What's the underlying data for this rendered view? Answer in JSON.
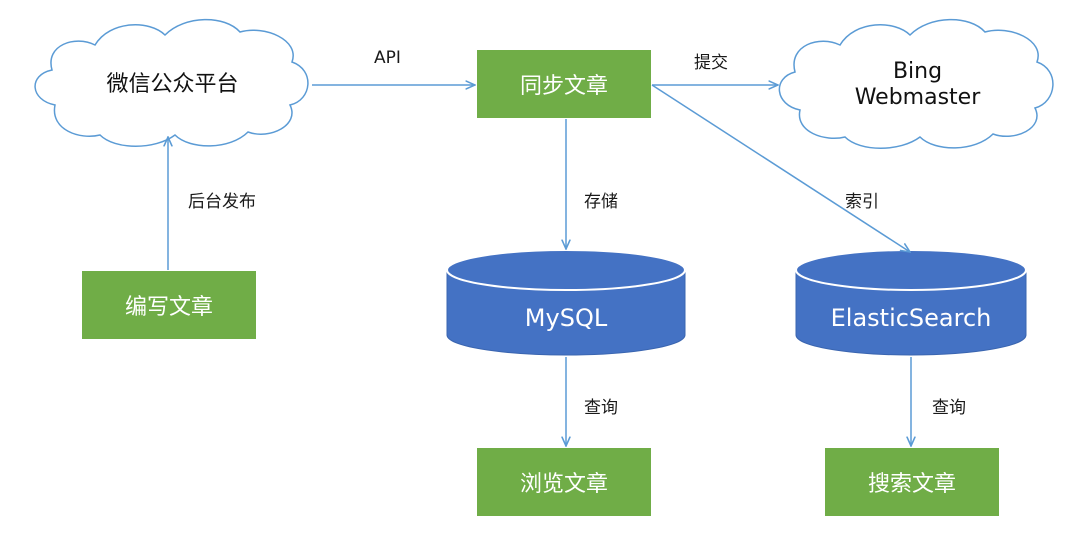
{
  "nodes": {
    "wechat_cloud": "微信公众平台",
    "sync": "同步文章",
    "bing_line1": "Bing",
    "bing_line2": "Webmaster",
    "write": "编写文章",
    "mysql": "MySQL",
    "es": "ElasticSearch",
    "browse": "浏览文章",
    "search": "搜索文章"
  },
  "edges": {
    "api": "API",
    "submit": "提交",
    "publish": "后台发布",
    "store": "存储",
    "index": "索引",
    "query_mysql": "查询",
    "query_es": "查询"
  },
  "colors": {
    "box": "#70ad47",
    "db": "#4472c4",
    "arrow": "#5b9bd5",
    "cloud_stroke": "#5b9bd5"
  }
}
